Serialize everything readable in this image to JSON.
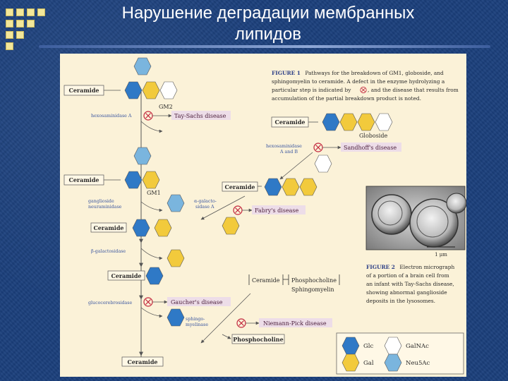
{
  "slide": {
    "title_line1": "Нарушение деградации мембранных",
    "title_line2": "липидов"
  },
  "colors": {
    "glc": "#2f79c6",
    "gal": "#f2ca3c",
    "galnac": "#ffffff",
    "neu5ac": "#7ab5de",
    "disease_box": "#eddde8",
    "arrow": "#555555",
    "block_mark": "#c2263d"
  },
  "figure": {
    "caption1": {
      "label": "FIGURE 1",
      "line1": "Pathways for the breakdown of GM1, globoside, and",
      "line2": "sphingomyelin to ceramide. A defect in the enzyme hydrolyzing a",
      "line3a": "particular step is indicated by",
      "line3b": ", and the disease that results from",
      "line4": "accumulation of the partial breakdown product is noted."
    },
    "caption2": {
      "label": "FIGURE 2",
      "line1": "Electron micrograph",
      "line2": "of a portion of a brain cell from",
      "line3": "an infant with Tay-Sachs disease,",
      "line4": "showing abnormal ganglioside",
      "line5": "deposits in the lysosomes."
    },
    "ceramide": "Ceramide",
    "gm2": "GM2",
    "gm1": "GM1",
    "globoside": "Globoside",
    "phosphocholine": "Phosphocholine",
    "sphingomyelin": "Sphingomyelin",
    "scale_bar": "1 μm",
    "enzymes": {
      "hexa_1": "hexosaminidase A",
      "hexb_1": "hexosaminidase",
      "hexb_2": "A and B",
      "neur_1": "ganglioside",
      "neur_2": "neuraminidase",
      "agal_1": "α-galacto-",
      "agal_2": "sidase A",
      "bgal": "β-galactosidase",
      "gluc": "glucocerebrosidase",
      "smase_1": "sphingo-",
      "smase_2": "myelinase"
    },
    "diseases": {
      "tay_sachs": "Tay-Sachs disease",
      "sandhoff": "Sandhoff's disease",
      "fabry": "Fabry's disease",
      "gaucher": "Gaucher's disease",
      "niemann_pick": "Niemann-Pick disease"
    },
    "legend": {
      "glc": "Glc",
      "galnac": "GalNAc",
      "gal": "Gal",
      "neu5ac": "Neu5Ac"
    }
  }
}
